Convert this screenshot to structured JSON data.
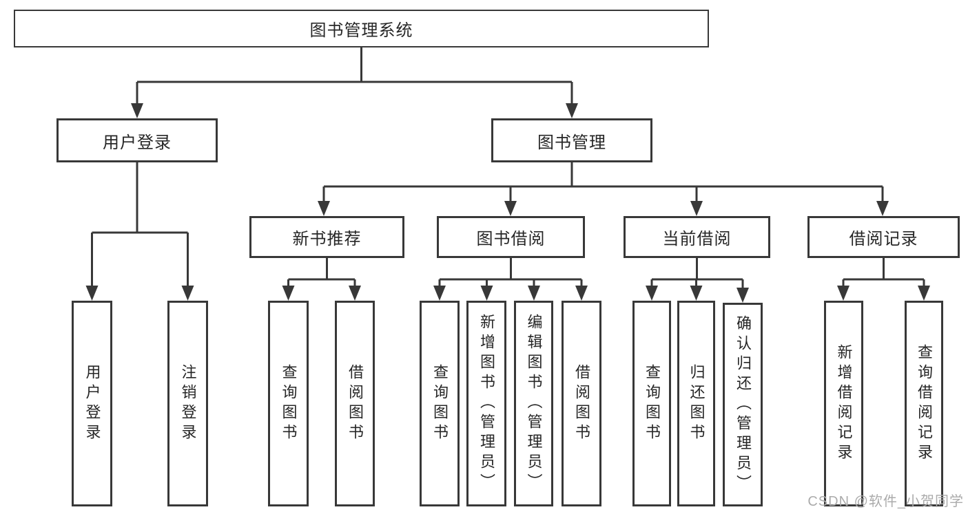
{
  "colors": {
    "line": "#383838",
    "box_border": "#383838",
    "box_background": "#ffffff",
    "text": "#262626",
    "watermark_text": "#ababab"
  },
  "diagram": {
    "root": {
      "label": "图书管理系统"
    },
    "user_login": {
      "label": "用户登录",
      "children": [
        {
          "label": "用户登录"
        },
        {
          "label": "注销登录"
        }
      ]
    },
    "book_management": {
      "label": "图书管理",
      "groups": [
        {
          "label": "新书推荐",
          "children": [
            {
              "label": "查询图书"
            },
            {
              "label": "借阅图书"
            }
          ]
        },
        {
          "label": "图书借阅",
          "children": [
            {
              "label": "查询图书"
            },
            {
              "label": "新增图书（管理员）"
            },
            {
              "label": "编辑图书（管理员）"
            },
            {
              "label": "借阅图书"
            }
          ]
        },
        {
          "label": "当前借阅",
          "children": [
            {
              "label": "查询图书"
            },
            {
              "label": "归还图书"
            },
            {
              "label": "确认归还（管理员）"
            }
          ]
        },
        {
          "label": "借阅记录",
          "children": [
            {
              "label": "新增借阅记录"
            },
            {
              "label": "查询借阅记录"
            }
          ]
        }
      ]
    }
  },
  "watermark": {
    "text": "CSDN @软件_小贺同学"
  }
}
